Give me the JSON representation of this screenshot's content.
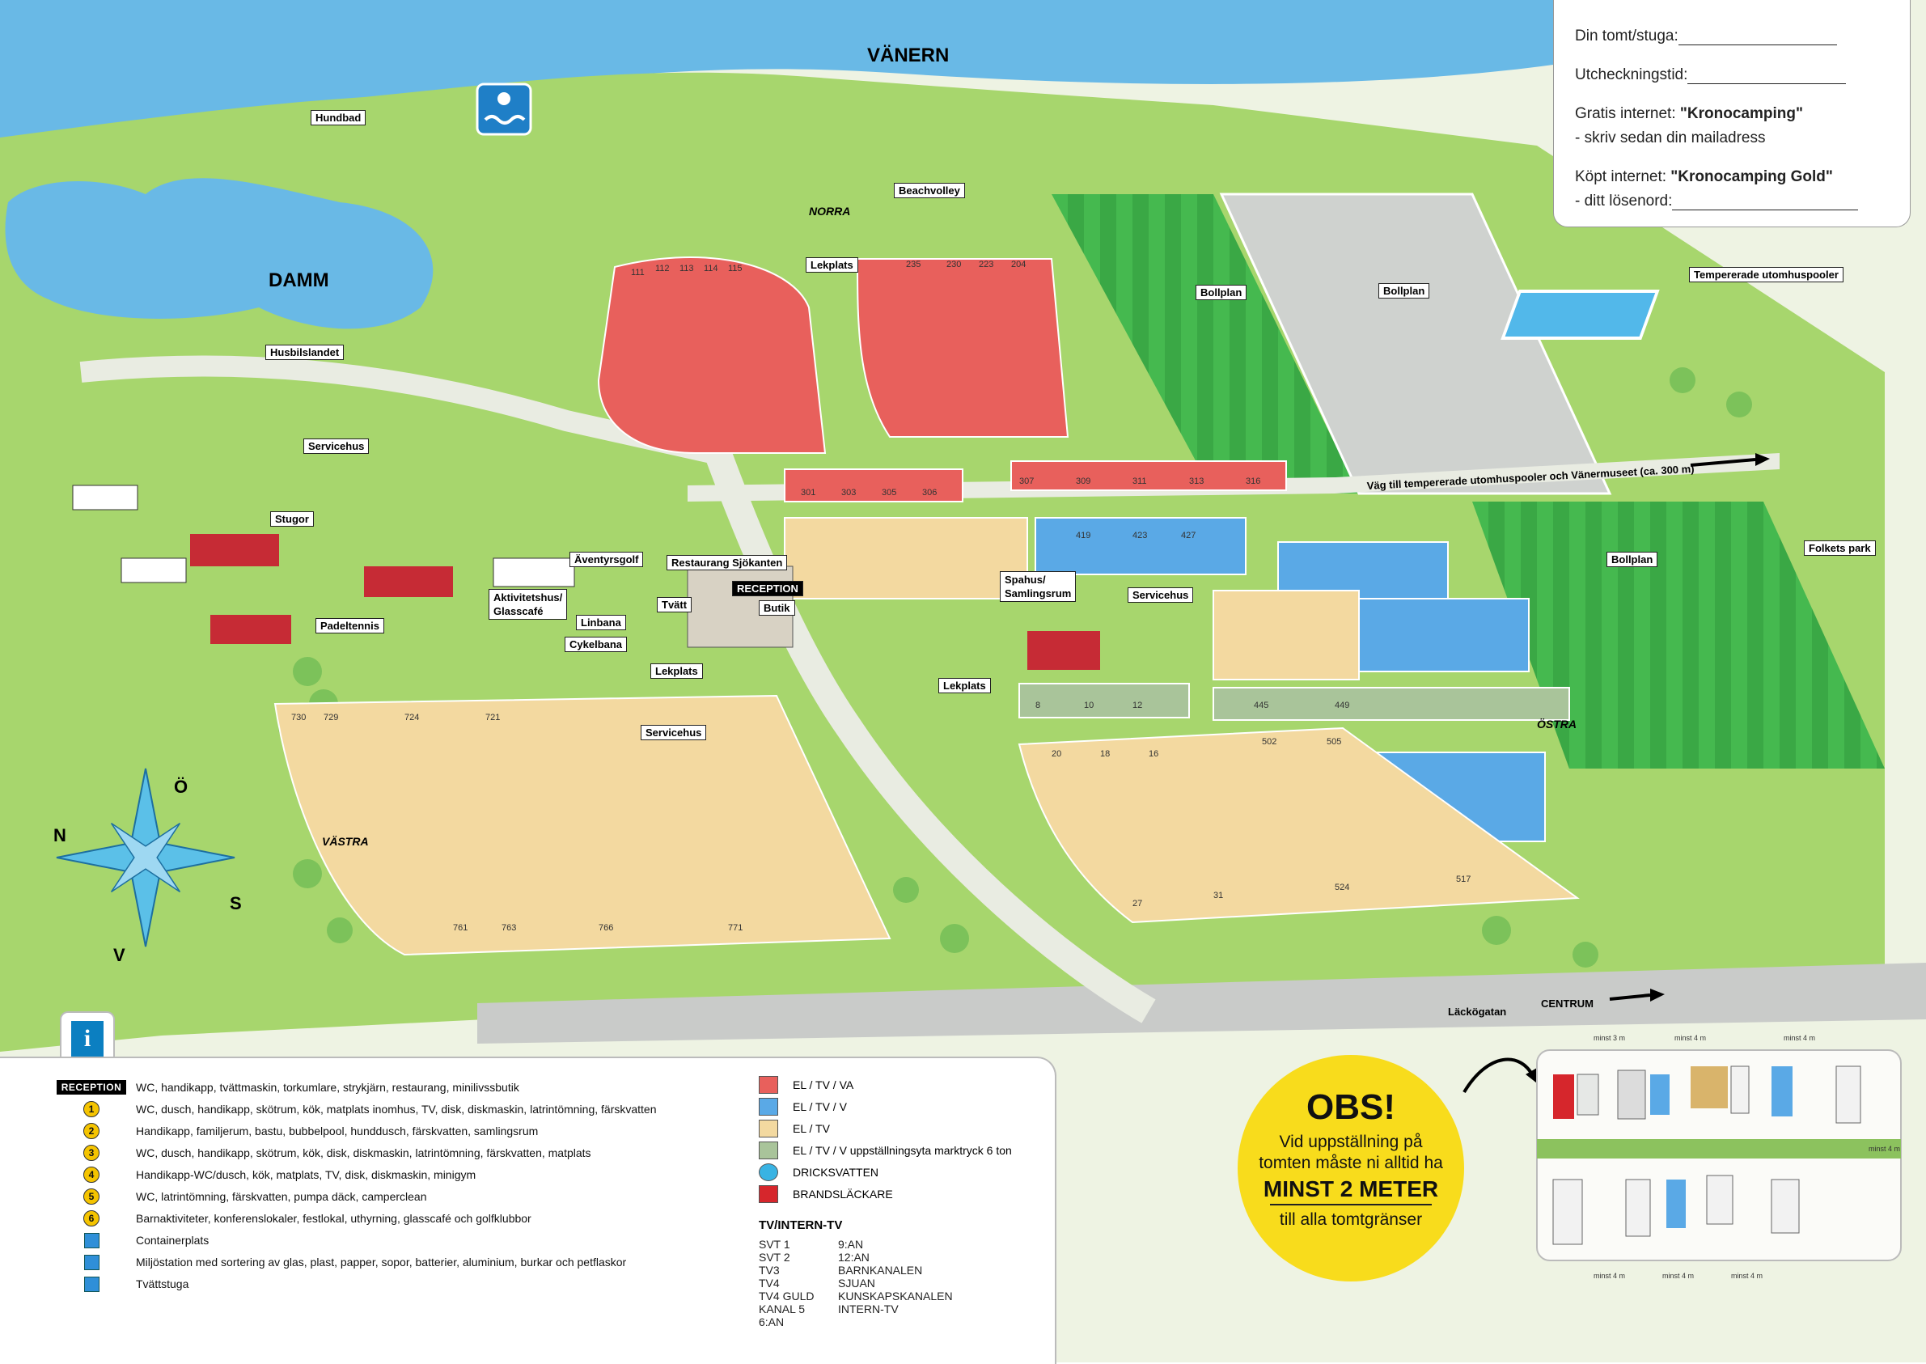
{
  "info_box": {
    "plot_label": "Din tomt/stuga:",
    "checkout_label": "Utcheckningstid:",
    "free_internet_prefix": "Gratis internet: ",
    "free_internet_name": "\"Kronocamping\"",
    "free_internet_note": "- skriv sedan din mailadress",
    "paid_internet_prefix": "Köpt internet: ",
    "paid_internet_name": "\"Kronocamping Gold\"",
    "paid_internet_note": "- ditt lösenord:"
  },
  "map_labels": {
    "lake": "VÄNERN",
    "pond": "DAMM",
    "norra": "NORRA",
    "vastra": "VÄSTRA",
    "ostra": "ÖSTRA",
    "hundbad": "Hundbad",
    "beachvolley": "Beachvolley",
    "lekplats_north": "Lekplats",
    "lekplats_center": "Lekplats",
    "lekplats_east": "Lekplats",
    "bollplan_1": "Bollplan",
    "bollplan_2": "Bollplan",
    "bollplan_3": "Bollplan",
    "pools": "Tempererade utomhuspooler",
    "husbilslandet": "Husbilslandet",
    "servicehus_4": "Servicehus",
    "servicehus_3": "Servicehus",
    "servicehus_1": "Servicehus",
    "stugor": "Stugor",
    "aventyrsgolf": "Äventyrsgolf",
    "restaurang": "Restaurang Sjökanten",
    "reception": "RECEPTION",
    "tvatt": "Tvätt",
    "butik": "Butik",
    "aktivitetshus": "Aktivitetshus/",
    "glasscafe": "Glasscafé",
    "linbana": "Linbana",
    "cykelbana": "Cykelbana",
    "padeltennis": "Padeltennis",
    "spahus": "Spahus/",
    "samlingsrum": "Samlingsrum",
    "folkets_park": "Folkets park",
    "road_to_pools": "Väg till tempererade utomhuspooler och Vänermuseet (ca. 300 m)",
    "lackogatan": "Läckögatan",
    "centrum": "CENTRUM",
    "compass_n": "N",
    "compass_o": "Ö",
    "compass_s": "S",
    "compass_v": "V"
  },
  "legend": {
    "reception_badge": "RECEPTION",
    "rows": [
      {
        "key": "",
        "text": "WC, handikapp, tvättmaskin, torkumlare, strykjärn, restaurang, minilivssbutik"
      },
      {
        "key": "1",
        "text": "WC, dusch, handikapp, skötrum, kök, matplats inomhus, TV, disk, diskmaskin, latrintömning, färskvatten"
      },
      {
        "key": "2",
        "text": "Handikapp, familjerum, bastu, bubbelpool, hunddusch, färskvatten, samlingsrum"
      },
      {
        "key": "3",
        "text": "WC, dusch, handikapp, skötrum, kök, disk, diskmaskin, latrintömning, färskvatten, matplats"
      },
      {
        "key": "4",
        "text": "Handikapp-WC/dusch, kök, matplats, TV, disk, diskmaskin, minigym"
      },
      {
        "key": "5",
        "text": "WC, latrintömning, färskvatten, pumpa däck, camperclean"
      },
      {
        "key": "6",
        "text": "Barnaktiviteter, konferenslokaler, festlokal, uthyrning, glasscafé och golfklubbor"
      }
    ],
    "icon_rows": [
      {
        "icon": "container-icon",
        "text": "Containerplats"
      },
      {
        "icon": "recycling-icon",
        "text": "Miljöstation med sortering av glas, plast, papper, sopor, batterier, aluminium, burkar och petflaskor"
      },
      {
        "icon": "laundry-icon",
        "text": "Tvättstuga"
      }
    ],
    "colors": [
      {
        "color": "#e8605c",
        "text": "EL / TV / VA"
      },
      {
        "color": "#5aa9e6",
        "text": "EL / TV / V"
      },
      {
        "color": "#f3d9a0",
        "text": "EL / TV"
      },
      {
        "color": "#a9c49a",
        "text": "EL / TV / V  uppställningsyta marktryck 6 ton"
      }
    ],
    "water_text": "DRICKSVATTEN",
    "extinguisher_text": "BRANDSLÄCKARE",
    "tv_title": "TV/INTERN-TV",
    "tv_left": [
      "SVT 1",
      "SVT 2",
      "TV3",
      "TV4",
      "TV4 GULD",
      "KANAL 5",
      "6:AN"
    ],
    "tv_right": [
      "9:AN",
      "12:AN",
      "BARNKANALEN",
      "SJUAN",
      "KUNSKAPSKANALEN",
      "INTERN-TV"
    ]
  },
  "obs": {
    "title": "OBS!",
    "line1": "Vid uppställning på",
    "line2": "tomten måste ni alltid ha",
    "line3": "MINST 2 METER",
    "line4": "till alla tomtgränser"
  },
  "placement": {
    "dims": [
      "minst 3 m",
      "minst 4 m",
      "minst 4 m",
      "minst 4 m",
      "minst 4 m",
      "minst 4 m",
      "minst 4 m"
    ]
  },
  "colors": {
    "water": "#69b9e6",
    "grass": "#a7d66d",
    "grass_light": "#c7e79b",
    "path": "#e9ece2",
    "road": "#c9cbc9",
    "red_pitch": "#e8605c",
    "blue_pitch": "#5aa9e6",
    "tan_pitch": "#f3d9a0",
    "green_pitch": "#a9c49a",
    "field": "#3fb54a"
  }
}
